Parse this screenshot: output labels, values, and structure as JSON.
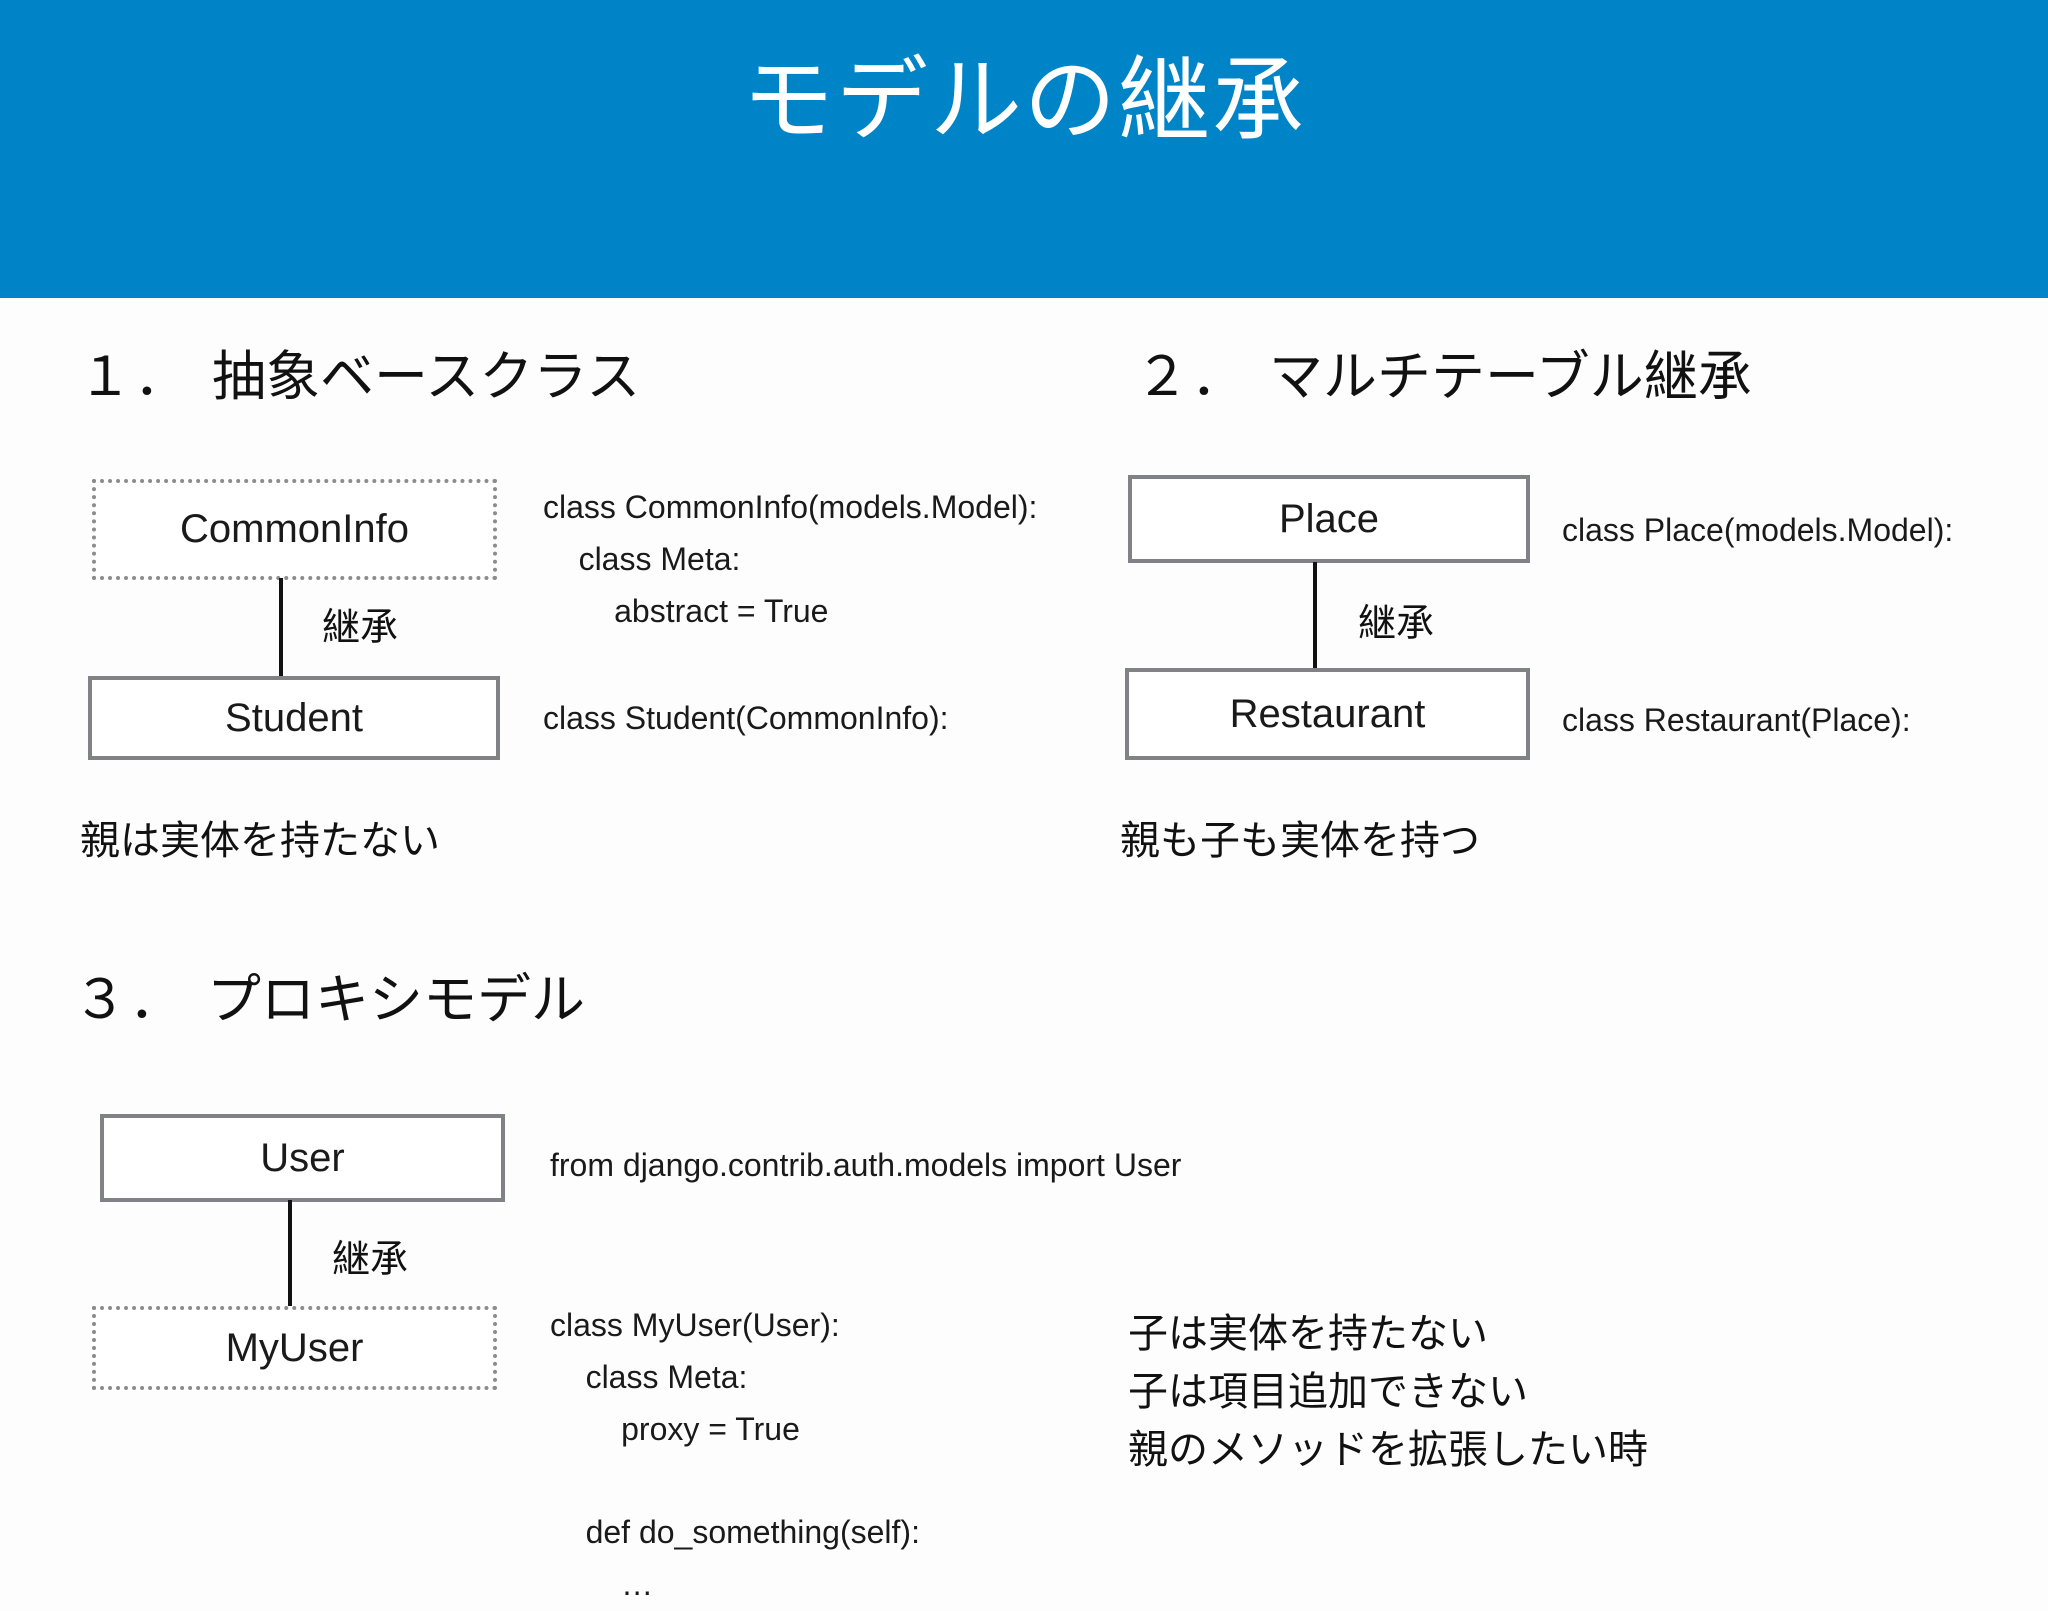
{
  "header": {
    "title": "モデルの継承",
    "bg_color": "#0084c8",
    "text_color": "#ffffff"
  },
  "colors": {
    "accent": "#0084c8",
    "box_border": "#808285",
    "box_border_dotted": "#8a8c8e",
    "connector": "#111111",
    "text": "#1a1a1a",
    "page_bg": "#fdfdfd"
  },
  "sections": [
    {
      "number": "１．",
      "title": "抽象ベースクラス",
      "parent_box": {
        "label": "CommonInfo",
        "border": "dotted"
      },
      "child_box": {
        "label": "Student",
        "border": "solid"
      },
      "connector_label": "継承",
      "parent_code": "class CommonInfo(models.Model):\n    class Meta:\n        abstract = True",
      "child_code": "class Student(CommonInfo):",
      "caption": "親は実体を持たない"
    },
    {
      "number": "２．",
      "title": "マルチテーブル継承",
      "parent_box": {
        "label": "Place",
        "border": "solid"
      },
      "child_box": {
        "label": "Restaurant",
        "border": "solid"
      },
      "connector_label": "継承",
      "parent_code": "class Place(models.Model):",
      "child_code": "class Restaurant(Place):",
      "caption": "親も子も実体を持つ"
    },
    {
      "number": "３．",
      "title": "プロキシモデル",
      "parent_box": {
        "label": "User",
        "border": "solid"
      },
      "child_box": {
        "label": "MyUser",
        "border": "dotted"
      },
      "connector_label": "継承",
      "parent_code": "from django.contrib.auth.models import User",
      "child_code": "class MyUser(User):\n    class Meta:\n        proxy = True\n\n    def do_something(self):\n        …",
      "caption": "子は実体を持たない\n子は項目追加できない\n親のメソッドを拡張したい時"
    }
  ]
}
